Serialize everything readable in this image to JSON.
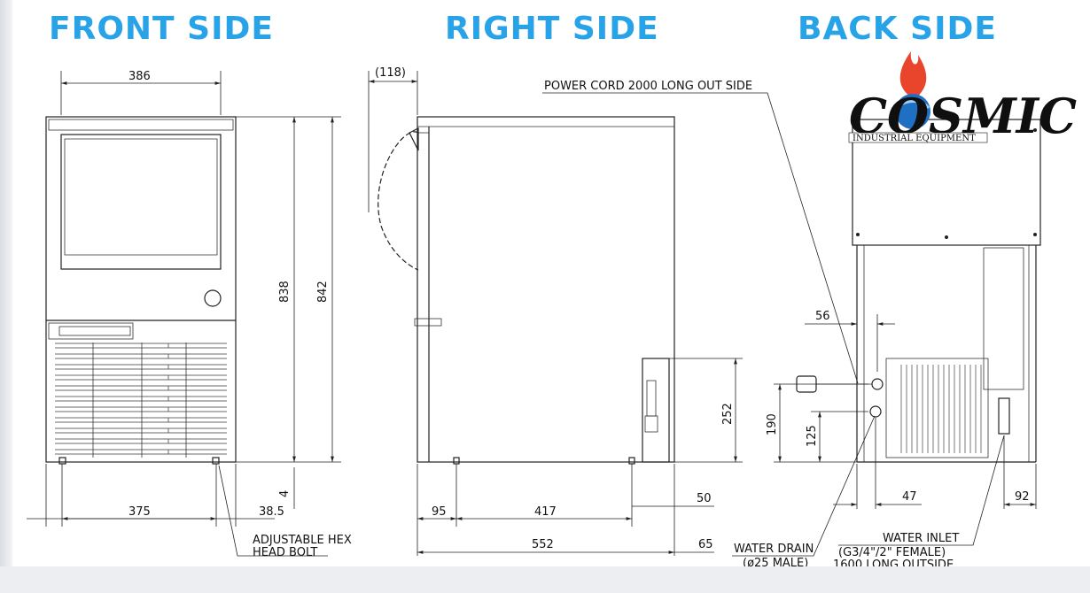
{
  "titles": {
    "front": "FRONT SIDE",
    "right": "RIGHT SIDE",
    "back": "BACK SIDE"
  },
  "logo": {
    "text": "COSMIC",
    "tagline": "INDUSTRIAL EQUIPMENT",
    "colors": {
      "flame": "#e8452c",
      "globe": "#1f6fc2",
      "text": "#111111"
    }
  },
  "front": {
    "width_top": "386",
    "height_inner": "838",
    "height_total": "842",
    "foot_offset": "4",
    "foot_spacing": "375",
    "foot_edge": "38.5",
    "bolt_label_1": "ADJUSTABLE HEX",
    "bolt_label_2": "HEAD BOLT"
  },
  "right": {
    "door_swing": "(118)",
    "power_cord": "POWER CORD 2000 LONG OUT SIDE",
    "height_inlet": "252",
    "foot_front": "95",
    "foot_spacing": "417",
    "foot_rear": "50",
    "depth_total": "552",
    "rear_offset": "65"
  },
  "back": {
    "offset_56": "56",
    "height_190": "190",
    "height_125": "125",
    "offset_47": "47",
    "offset_92": "92",
    "drain_label_1": "WATER DRAIN",
    "drain_label_2": "(ø25 MALE)",
    "inlet_label_1": "WATER INLET",
    "inlet_label_2": "(G3/4\"/2\" FEMALE)",
    "inlet_label_3": "1600 LONG OUTSIDE"
  }
}
